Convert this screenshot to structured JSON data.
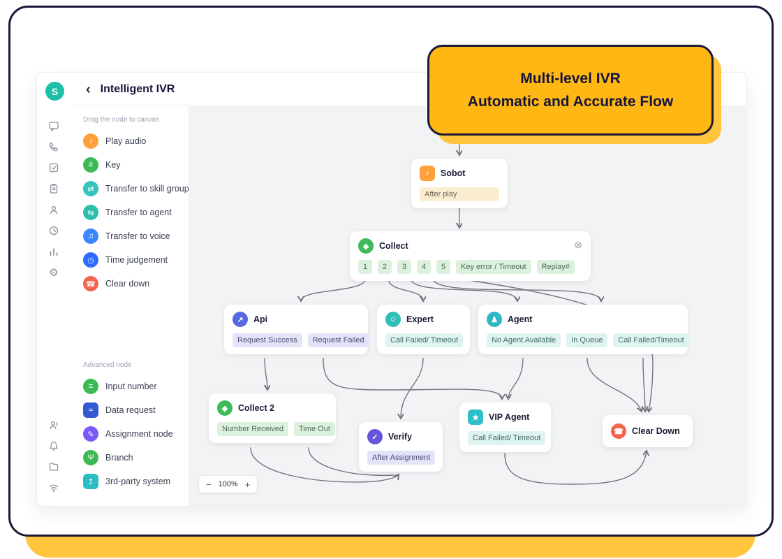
{
  "banner": {
    "line1": "Multi-level IVR",
    "line2": "Automatic and Accurate Flow"
  },
  "logo": {
    "letter": "S"
  },
  "header": {
    "back": "‹",
    "title": "Intelligent IVR"
  },
  "sidebar": {
    "drag_label": "Drag the node to canvas",
    "advanced_label": "Advanced node",
    "nodes": [
      {
        "label": "Play audio",
        "glyph": "♪",
        "color": "#FFA13B"
      },
      {
        "label": "Key",
        "glyph": "#",
        "color": "#3DB954"
      },
      {
        "label": "Transfer to skill group",
        "glyph": "⇄",
        "color": "#35C3BD"
      },
      {
        "label": "Transfer to agent",
        "glyph": "⇆",
        "color": "#2BBFA9"
      },
      {
        "label": "Transfer to voice",
        "glyph": "♫",
        "color": "#3C86FF"
      },
      {
        "label": "Time judgement",
        "glyph": "◷",
        "color": "#2D6CFF"
      },
      {
        "label": "Clear down",
        "glyph": "☎",
        "color": "#F0654C"
      }
    ],
    "advanced_nodes": [
      {
        "label": "Input number",
        "glyph": "≡",
        "color": "#3DB954"
      },
      {
        "label": "Data request",
        "glyph": "≈",
        "color": "#3558D4"
      },
      {
        "label": "Assignment node",
        "glyph": "✎",
        "color": "#7A5AF8"
      },
      {
        "label": "Branch",
        "glyph": "Ψ",
        "color": "#3DB954"
      },
      {
        "label": "3rd-party system",
        "glyph": "↥",
        "color": "#29BFC2"
      }
    ]
  },
  "canvas": {
    "zoom": {
      "minus": "−",
      "level": "100%",
      "plus": "+"
    },
    "nodes": {
      "sobot": {
        "title": "Sobot",
        "glyph": "♪",
        "color": "#FFA13B",
        "tag": "After play"
      },
      "collect": {
        "title": "Collect",
        "glyph": "◈",
        "color": "#3FBA58",
        "close": "⊗",
        "tags": [
          "1",
          "2",
          "3",
          "4",
          "5",
          "Key error / Timeout",
          "Replay#"
        ]
      },
      "api": {
        "title": "Api",
        "glyph": "↗",
        "color": "#5868DE",
        "tags": [
          "Request Success",
          "Request Failed"
        ]
      },
      "expert": {
        "title": "Expert",
        "glyph": "☺",
        "color": "#2FBFB4",
        "tags": [
          "Call Failed/ Timeout"
        ]
      },
      "agent": {
        "title": "Agent",
        "glyph": "♟",
        "color": "#2FB9C2",
        "tags": [
          "No Agent Available",
          "In Queue",
          "Call Failed/Timeout"
        ]
      },
      "collect2": {
        "title": "Collect 2",
        "glyph": "◈",
        "color": "#3FBA58",
        "tags": [
          "Number Received",
          "Time Out"
        ]
      },
      "verify": {
        "title": "Verify",
        "glyph": "✓",
        "color": "#6456D8",
        "tags": [
          "After Assignment"
        ]
      },
      "vip": {
        "title": "VIP Agent",
        "glyph": "★",
        "color": "#2FBFC9",
        "tags": [
          "Call Failed/ Timeout"
        ]
      },
      "clear_down": {
        "title": "Clear Down",
        "glyph": "☎",
        "color": "#F0654C"
      }
    }
  },
  "colors": {
    "accent_yellow": "#FFB713",
    "frame_navy": "#1A1A38",
    "brand_teal": "#1CBFA8",
    "canvas_grey": "#F2F3F5"
  }
}
